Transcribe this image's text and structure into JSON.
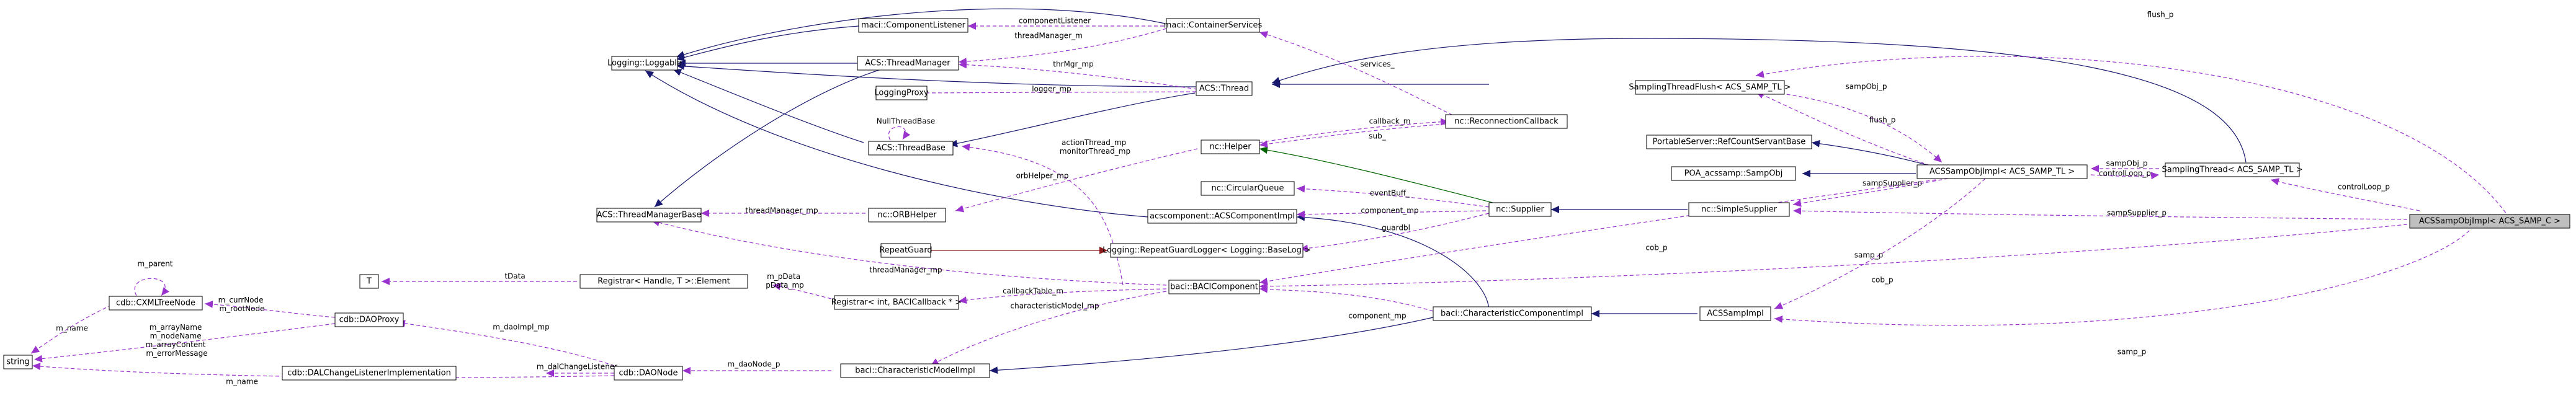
{
  "nodes": {
    "maci_container_services": "maci::ContainerServices",
    "maci_component_listener": "maci::ComponentListener",
    "logging_loggable": "Logging::Loggable",
    "acs_thread_manager": "ACS::ThreadManager",
    "logging_proxy": "LoggingProxy",
    "acs_thread": "ACS::Thread",
    "acs_thread_base": "ACS::ThreadBase",
    "acs_thread_manager_base": "ACS::ThreadManagerBase",
    "nc_helper": "nc::Helper",
    "nc_reconnection_callback": "nc::ReconnectionCallback",
    "nc_circular_queue": "nc::CircularQueue",
    "nc_orb_helper": "nc::ORBHelper",
    "acscomponent_impl": "acscomponent::ACSComponentImpl",
    "nc_supplier": "nc::Supplier",
    "repeat_guard": "RepeatGuard",
    "repeat_guard_logger": "Logging::RepeatGuardLogger< Logging::BaseLog >",
    "sampling_thread_flush": "SamplingThreadFlush< ACS_SAMP_TL >",
    "portable_server": "PortableServer::RefCountServantBase",
    "poa_acssamp": "POA_acssamp::SampObj",
    "acs_samp_obj_impl": "ACSSampObjImpl< ACS_SAMP_TL >",
    "sampling_thread": "SamplingThread< ACS_SAMP_TL >",
    "nc_simple_supplier": "nc::SimpleSupplier",
    "acs_samp_obj_impl_c": "ACSSampObjImpl< ACS_SAMP_C >",
    "t_node": "T",
    "registrar_handle": "Registrar< Handle, T >::Element",
    "registrar_int": "Registrar< int, BACICallback * >",
    "baci_component": "baci::BACIComponent",
    "baci_char_comp_impl": "baci::CharacteristicComponentImpl",
    "acs_samp_impl": "ACSSampImpl",
    "cdb_cxml_tree_node": "cdb::CXMLTreeNode",
    "string_node": "string",
    "cdb_dao_proxy": "cdb::DAOProxy",
    "cdb_dal_change": "cdb::DALChangeListenerImplementation",
    "cdb_dao_node": "cdb::DAONode",
    "baci_char_model_impl": "baci::CharacteristicModelImpl"
  },
  "edge_labels": {
    "component_listener": "componentListener",
    "thread_manager_m": "threadManager_m",
    "thr_mgr_mp": "thrMgr_mp",
    "logger_mp": "logger_mp",
    "null_thread_base": "NullThreadBase",
    "action_thread_mp": "actionThread_mp\nmonitorThread_mp",
    "services": "services_",
    "callback_m": "callback_m",
    "sub": "sub_",
    "orb_helper_mp": "orbHelper_mp",
    "thread_manager_mp_a": "threadManager_mp",
    "event_buff": "eventBuff_",
    "component_mp_a": "component_mp",
    "guardbl": "guardbl",
    "thread_manager_mp_b": "threadManager_mp",
    "callback_table_m": "callbackTable_m",
    "t_data": "tData",
    "p_data": "m_pData\npData_mp",
    "characteristic_model_mp": "characteristicModel_mp",
    "component_mp_b": "component_mp",
    "dao_node_p": "m_daoNode_p",
    "dao_impl_mp": "m_daoImpl_mp",
    "dal_change_listener": "m_dalChangeListener",
    "name_b": "m_name",
    "m_parent": "m_parent",
    "curr_node": "m_currNode\nm_rootNode",
    "m_name_a": "m_name",
    "array_name": "m_arrayName\nm_nodeName\nm_arrayContent\nm_errorMessage",
    "flush_p_top": "flush_p",
    "samp_obj_p_a": "sampObj_p",
    "flush_p_mid": "flush_p",
    "samp_obj_p_b": "sampObj_p",
    "control_loop_p_a": "controlLoop_p",
    "samp_supplier_p_a": "sampSupplier_p",
    "control_loop_p_b": "controlLoop_p",
    "cob_p_a": "cob_p",
    "samp_supplier_p_b": "sampSupplier_p",
    "samp_p_a": "samp_p",
    "cob_p_b": "cob_p",
    "samp_p_b": "samp_p"
  },
  "colors": {
    "inheritance": "#191970",
    "usage": "#9a32cd",
    "public_member": "#006400",
    "protected_member": "#8b1a1a",
    "focus_fill": "#bfbfbf"
  }
}
